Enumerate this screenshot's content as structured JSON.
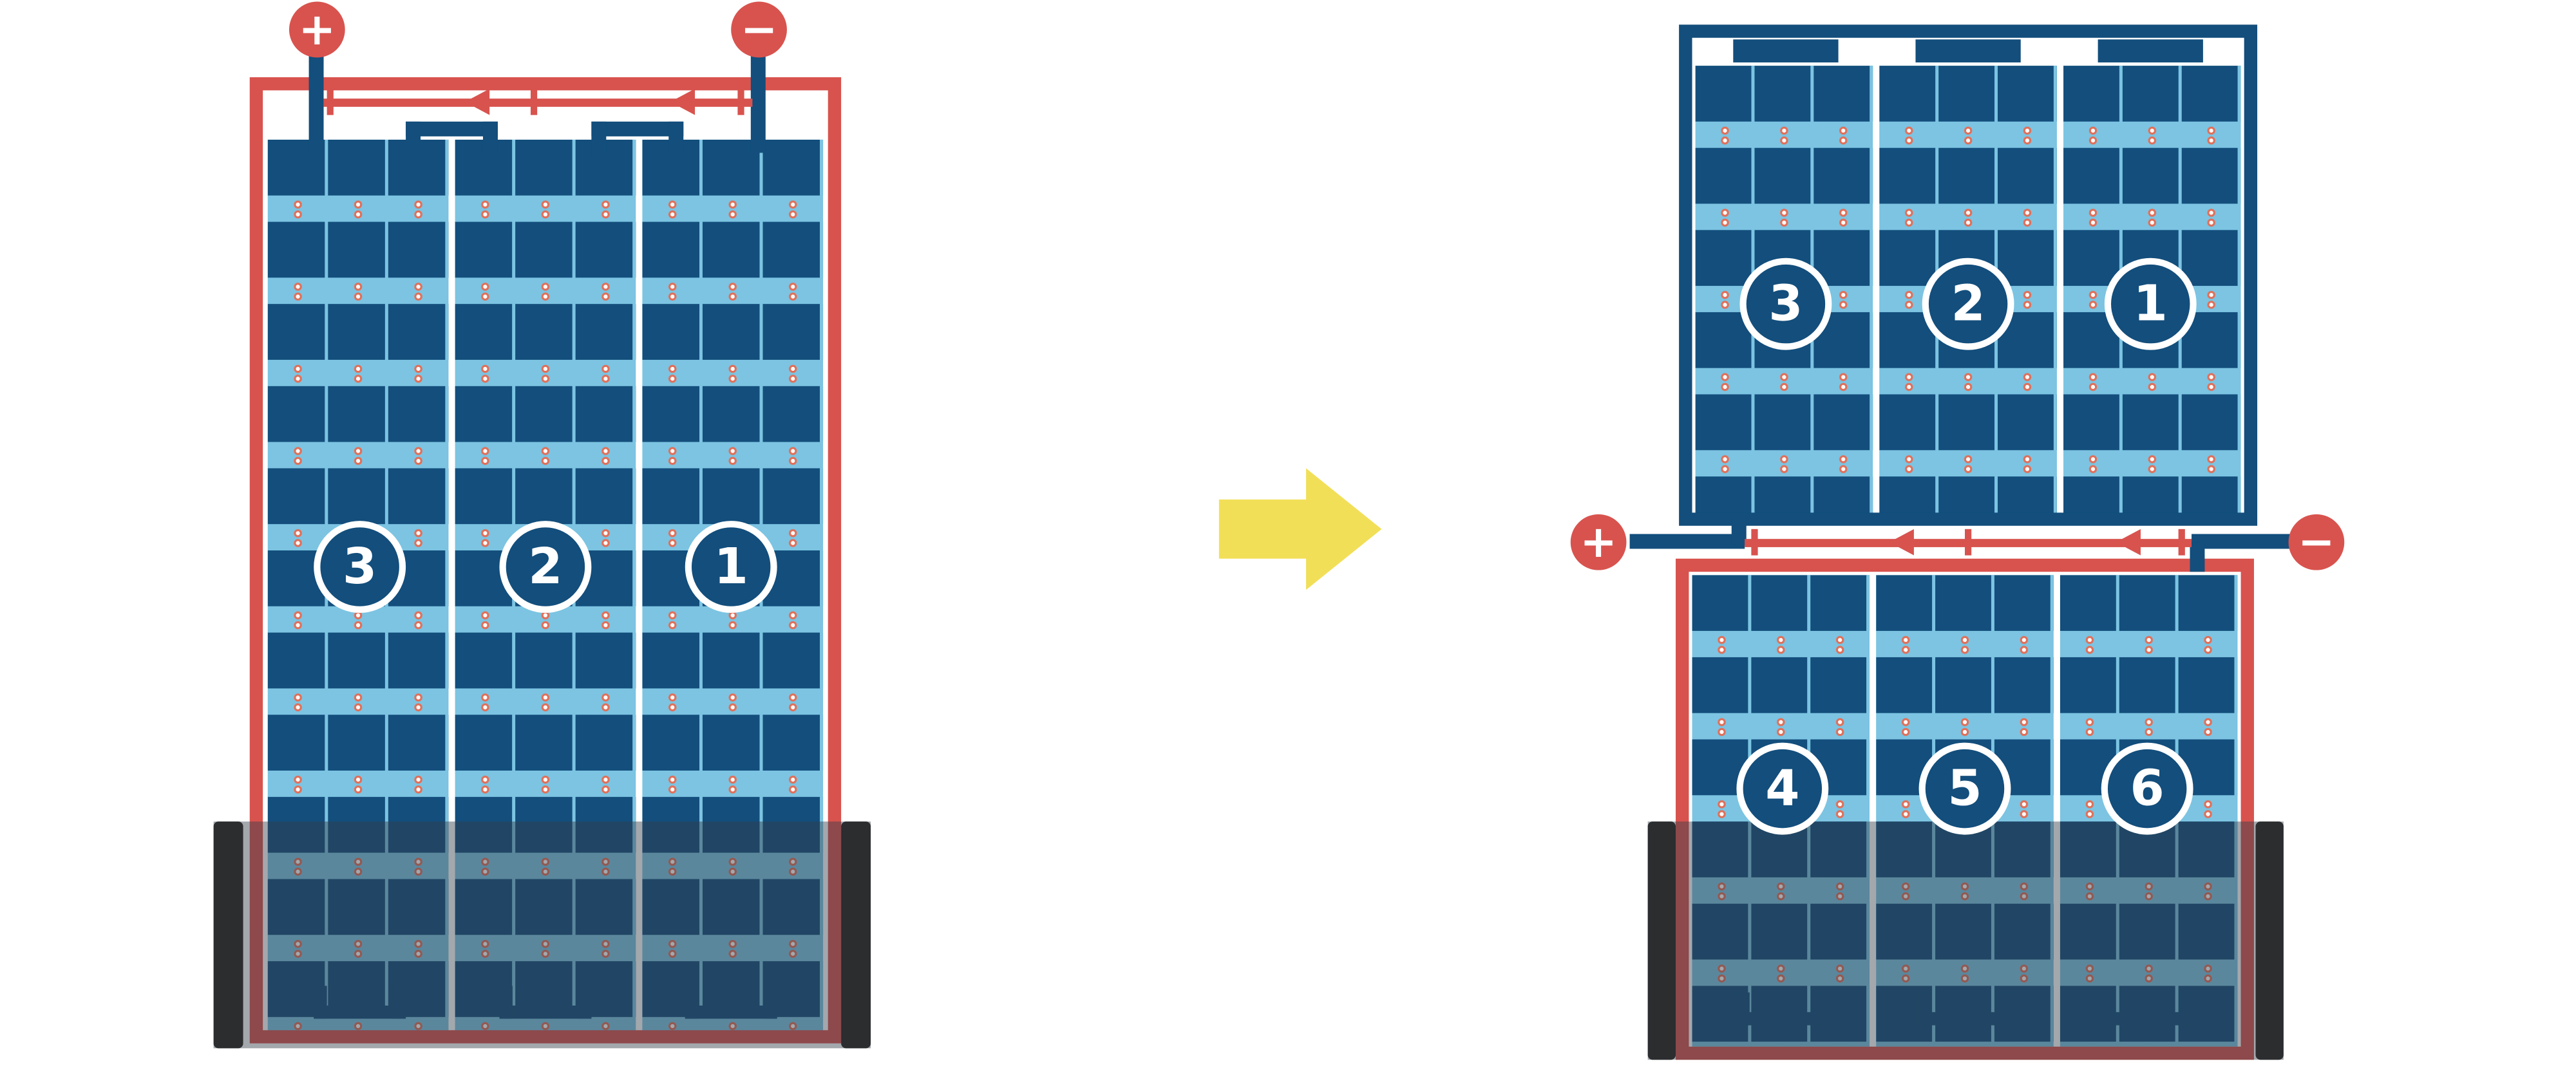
{
  "colors": {
    "red": "#d8534e",
    "navy": "#134e7c",
    "light_blue": "#7cc4e2",
    "dot_ring": "#e0705a",
    "yellow": "#f2df58",
    "shadow": "rgba(52,63,73,0.45)",
    "shadow_bar": "#2b2d2f"
  },
  "left_module": {
    "plus_label": "+",
    "minus_label": "−",
    "strings": [
      "3",
      "2",
      "1"
    ]
  },
  "right_module": {
    "plus_label": "+",
    "minus_label": "−",
    "top_strings": [
      "3",
      "2",
      "1"
    ],
    "bottom_strings": [
      "4",
      "5",
      "6"
    ]
  }
}
